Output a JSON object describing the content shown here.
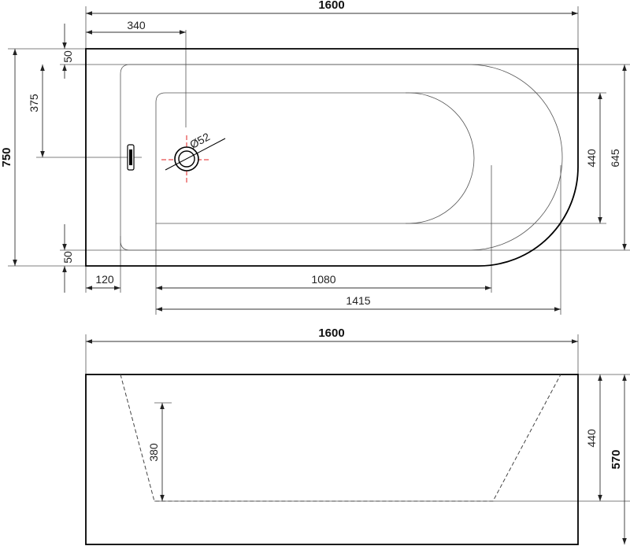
{
  "top_view": {
    "length": "1600",
    "drain_offset": "340",
    "rim_top": "50",
    "drain_center_y": "375",
    "width": "750",
    "rim_bottom": "50",
    "drain_diameter": "Ø52",
    "inner_width": "440",
    "outer_inner_width": "645",
    "left_rim": "120",
    "inner_length": "1080",
    "total_inner_length": "1415"
  },
  "side_view": {
    "length": "1600",
    "depth": "380",
    "inner_height": "440",
    "total_height": "570"
  },
  "colors": {
    "outline": "#000000",
    "dimension": "#333333",
    "drain_cross": "#e02020"
  }
}
